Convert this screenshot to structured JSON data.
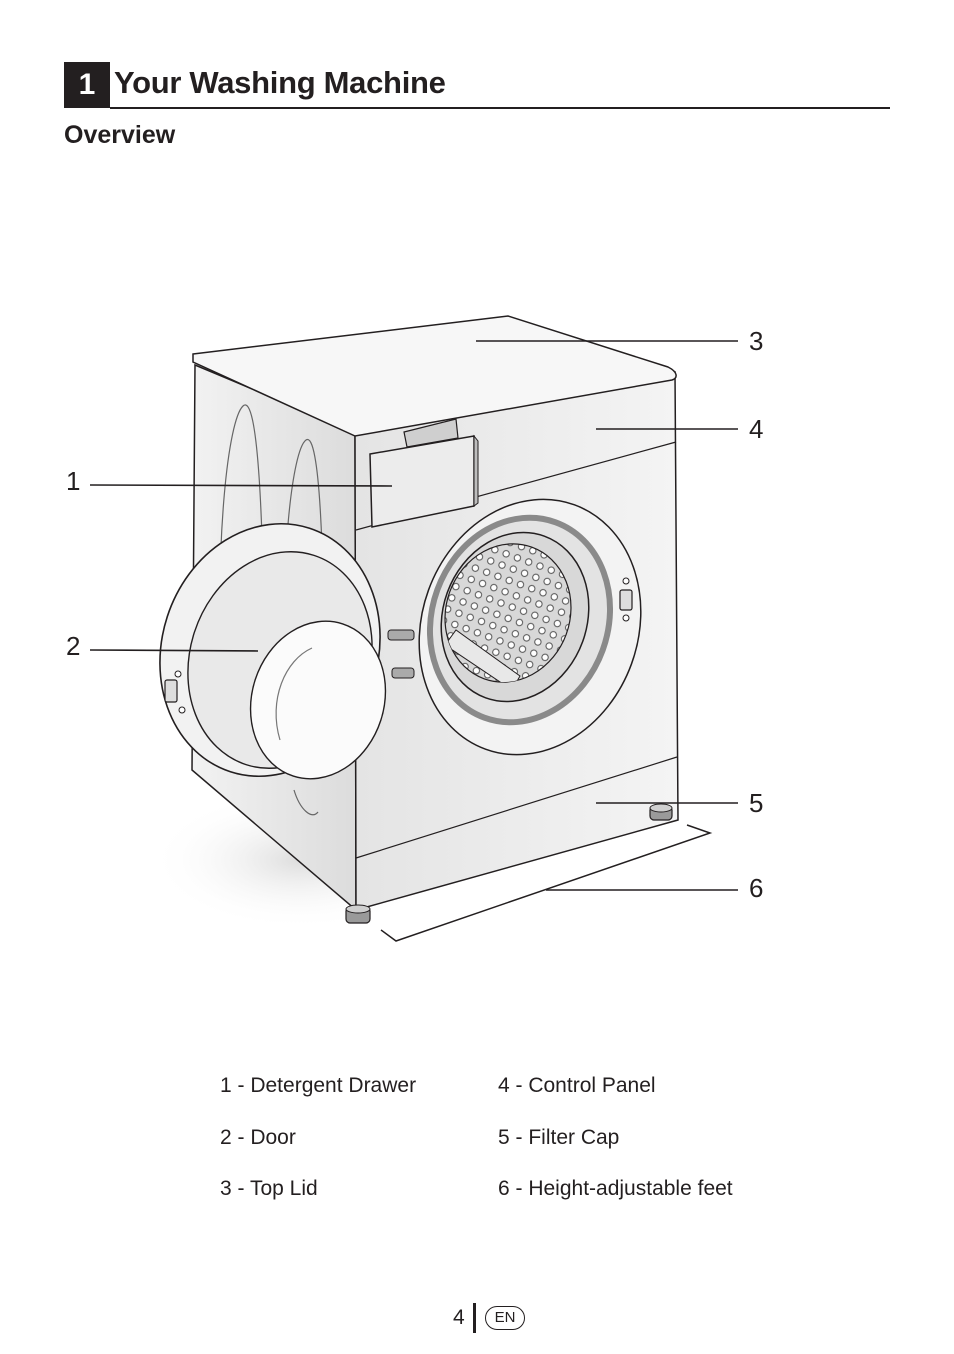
{
  "header": {
    "chapter_number": "1",
    "chapter_title": "Your Washing Machine"
  },
  "section": {
    "title": "Overview"
  },
  "callouts": [
    "1",
    "2",
    "3",
    "4",
    "5",
    "6"
  ],
  "legend": {
    "items": [
      "1 - Detergent Drawer",
      "2 - Door",
      "3 - Top Lid",
      "4 - Control Panel",
      "5 - Filter Cap",
      "6 - Height-adjustable feet"
    ]
  },
  "footer": {
    "page_number": "4",
    "language": "EN"
  }
}
